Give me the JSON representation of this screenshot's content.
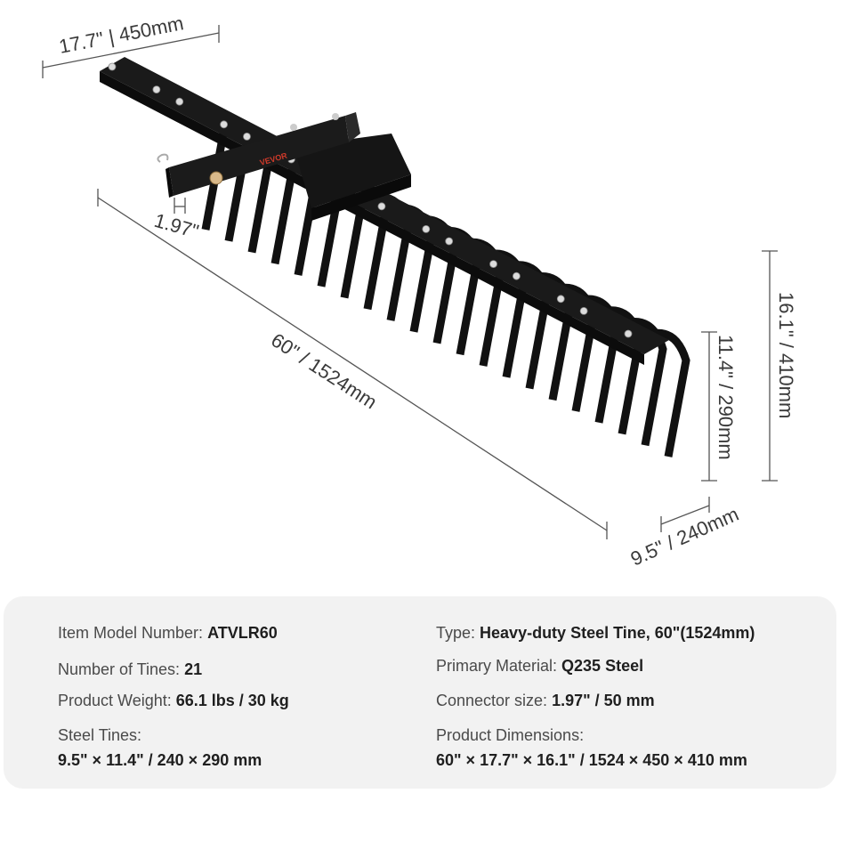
{
  "dimensions": {
    "hitch_width": "17.7\" | 450mm",
    "connector": "1.97\"",
    "length": "60\" / 1524mm",
    "total_height": "16.1\" / 410mm",
    "tine_height": "11.4\" / 290mm",
    "tine_depth": "9.5\" / 240mm"
  },
  "brand_mark": "VEVOR",
  "colors": {
    "metal": "#111111",
    "bolt": "#dcdcdc",
    "panel": "#f2f2f2",
    "dim_line": "#555555"
  },
  "specs": {
    "model": {
      "label": "Item Model Number: ",
      "value": "ATVLR60"
    },
    "type": {
      "label": "Type: ",
      "value": "Heavy-duty Steel Tine, 60\"(1524mm)"
    },
    "tines": {
      "label": "Number of Tines: ",
      "value": "21"
    },
    "material": {
      "label": "Primary Material: ",
      "value": "Q235 Steel"
    },
    "weight": {
      "label": "Product Weight: ",
      "value": "66.1 lbs / 30 kg"
    },
    "connector": {
      "label": "Connector size: ",
      "value": "1.97\" / 50 mm"
    },
    "steel_tines": {
      "label": "Steel Tines:",
      "value": "9.5\" × 11.4\" / 240 × 290 mm"
    },
    "product_dims": {
      "label": "Product Dimensions:",
      "value": "60\" × 17.7\" × 16.1\" / 1524 × 450 × 410 mm"
    }
  }
}
